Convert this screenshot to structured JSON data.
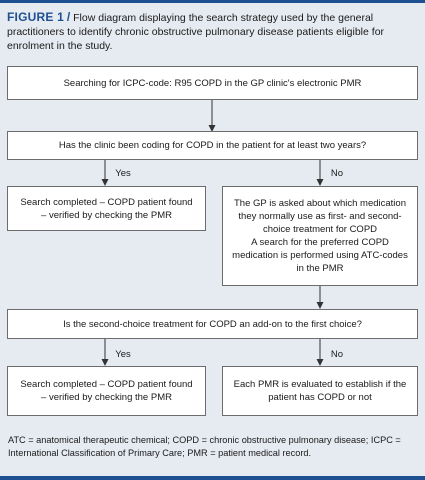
{
  "caption": {
    "figure_label": "FIGURE 1",
    "separator": "/",
    "text": "Flow diagram displaying the search strategy used by the general practitioners to identify chronic obstructive pulmonary disease patients eligible for enrolment in the study."
  },
  "flowchart": {
    "step1": "Searching for ICPC-code: R95 COPD in the GP clinic's electronic PMR",
    "decision1": "Has the clinic been coding for COPD in the patient for at least two years?",
    "decision1_yes": "Yes",
    "decision1_no": "No",
    "yes1_result": "Search completed – COPD patient found – verified by checking the PMR",
    "no1_line1": "The GP is asked about which medication they normally use as first- and second-choice treatment for COPD",
    "no1_line2": "A search for the preferred COPD medication is performed using ATC-codes in the PMR",
    "decision2": "Is the second-choice treatment for COPD an add-on to the first choice?",
    "decision2_yes": "Yes",
    "decision2_no": "No",
    "yes2_result": "Search completed – COPD patient found – verified by checking the PMR",
    "no2_result": "Each PMR is evaluated to establish if the patient has COPD or not"
  },
  "footnote": "ATC = anatomical therapeutic chemical; COPD = chronic obstructive pulmonary disease; ICPC = International Classification of Primary Care; PMR = patient medical record."
}
